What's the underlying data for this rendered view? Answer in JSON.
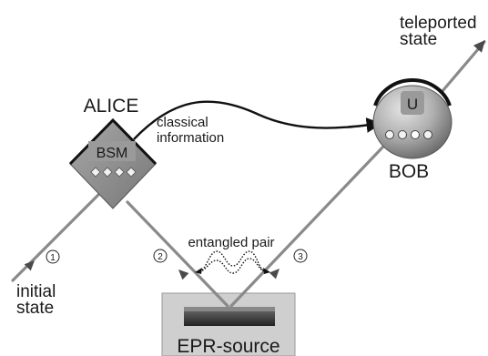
{
  "labels": {
    "teleported_line1": "teleported",
    "teleported_line2": "state",
    "alice": "ALICE",
    "bsm": "BSM",
    "classical_line1": "classical",
    "classical_line2": "information",
    "u": "U",
    "bob": "BOB",
    "entangled_pair": "entangled pair",
    "initial_line1": "initial",
    "initial_line2": "state",
    "epr_source": "EPR-source",
    "marker_1": "1",
    "marker_2": "2",
    "marker_3": "3"
  },
  "colors": {
    "beam": "#8a8a8a",
    "diamond": "#8c8c8c",
    "sphere": "#a9a9a9",
    "epr_box": "#cfcfcf",
    "epr_crystal": "#3a3a3a"
  }
}
